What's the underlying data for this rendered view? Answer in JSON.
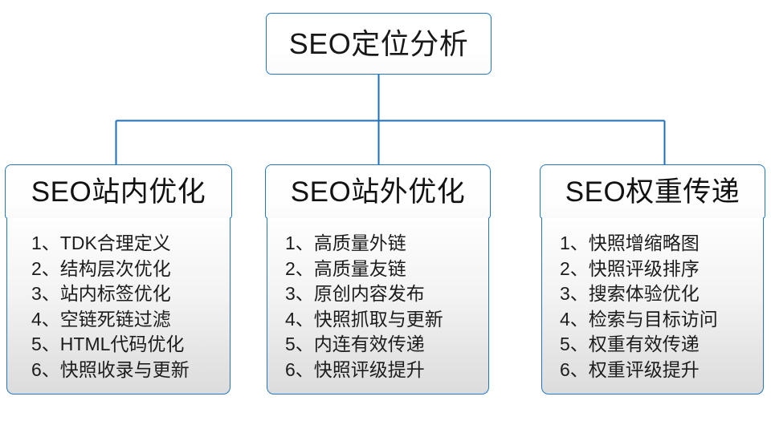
{
  "diagram": {
    "type": "org-tree",
    "root": {
      "label": "SEO定位分析"
    },
    "branches": [
      {
        "id": "on-site",
        "header": "SEO站内优化",
        "items": [
          "1、TDK合理定义",
          "2、结构层次优化",
          "3、站内标签优化",
          "4、空链死链过滤",
          "5、HTML代码优化",
          "6、快照收录与更新"
        ]
      },
      {
        "id": "off-site",
        "header": "SEO站外优化",
        "items": [
          "1、高质量外链",
          "2、高质量友链",
          "3、原创内容发布",
          "4、快照抓取与更新",
          "5、内连有效传递",
          "6、快照评级提升"
        ]
      },
      {
        "id": "weight-transfer",
        "header": "SEO权重传递",
        "items": [
          "1、快照增缩略图",
          "2、快照评级排序",
          "3、搜索体验优化",
          "4、检索与目标访问",
          "5、权重有效传递",
          "6、权重评级提升"
        ]
      }
    ],
    "colors": {
      "border": "#2277c4",
      "connector": "#1f6fb8",
      "header_fill": "#ffffff",
      "body_fill_top": "#fefefe",
      "body_fill_bottom": "#dcdcdc",
      "text": "#1c1c1c",
      "background": "#ffffff"
    }
  }
}
